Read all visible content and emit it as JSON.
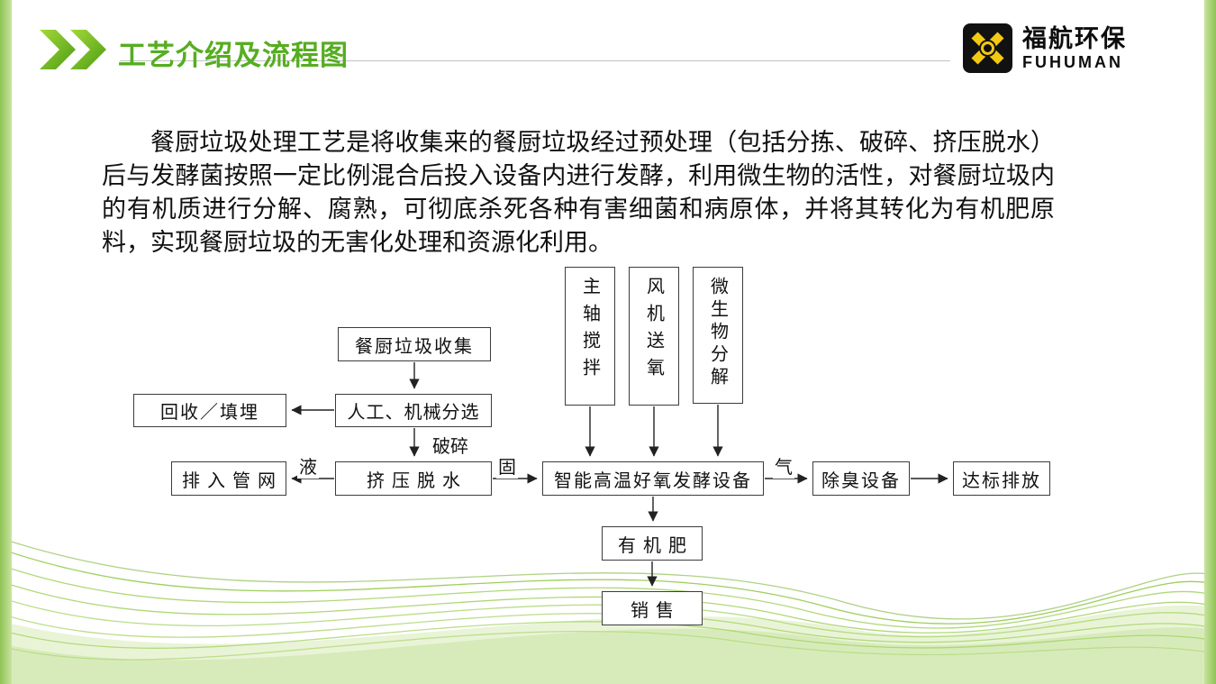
{
  "header": {
    "title": "工艺介绍及流程图",
    "logo": {
      "name_cn": "福航环保",
      "name_en": "FUHUMAN"
    }
  },
  "intro": {
    "text": "餐厨垃圾处理工艺是将收集来的餐厨垃圾经过预处理（包括分拣、破碎、挤压脱水）后与发酵菌按照一定比例混合后投入设备内进行发酵，利用微生物的活性，对餐厨垃圾内的有机质进行分解、腐熟，可彻底杀死各种有害细菌和病原体，并将其转化为有机肥原料，实现餐厨垃圾的无害化处理和资源化利用。"
  },
  "flowchart": {
    "nodes": {
      "collect": {
        "label": "餐厨垃圾收集"
      },
      "recycle": {
        "label": "回收／填埋"
      },
      "sorting": {
        "label": "人工、机械分选"
      },
      "pipe": {
        "label": "排入管网"
      },
      "dewater": {
        "label": "挤压脱水"
      },
      "stir": {
        "label": "主轴搅拌"
      },
      "fan": {
        "label": "风机送氧"
      },
      "microbe": {
        "label": "微生物分解"
      },
      "fermenter": {
        "label": "智能高温好氧发酵设备"
      },
      "deodor": {
        "label": "除臭设备"
      },
      "discharge": {
        "label": "达标排放"
      },
      "fertilizer": {
        "label": "有机肥"
      },
      "sale": {
        "label": "销售"
      }
    },
    "edge_labels": {
      "crush": "破碎",
      "liquid": "液",
      "solid": "固",
      "gas": "气"
    }
  },
  "colors": {
    "title_green": "#56ad21",
    "chevron_light": "#a0d63e",
    "chevron_dark": "#49980f",
    "logo_black": "#111111",
    "logo_yellow": "#f3c812",
    "wave_green": "#8dc63f"
  }
}
